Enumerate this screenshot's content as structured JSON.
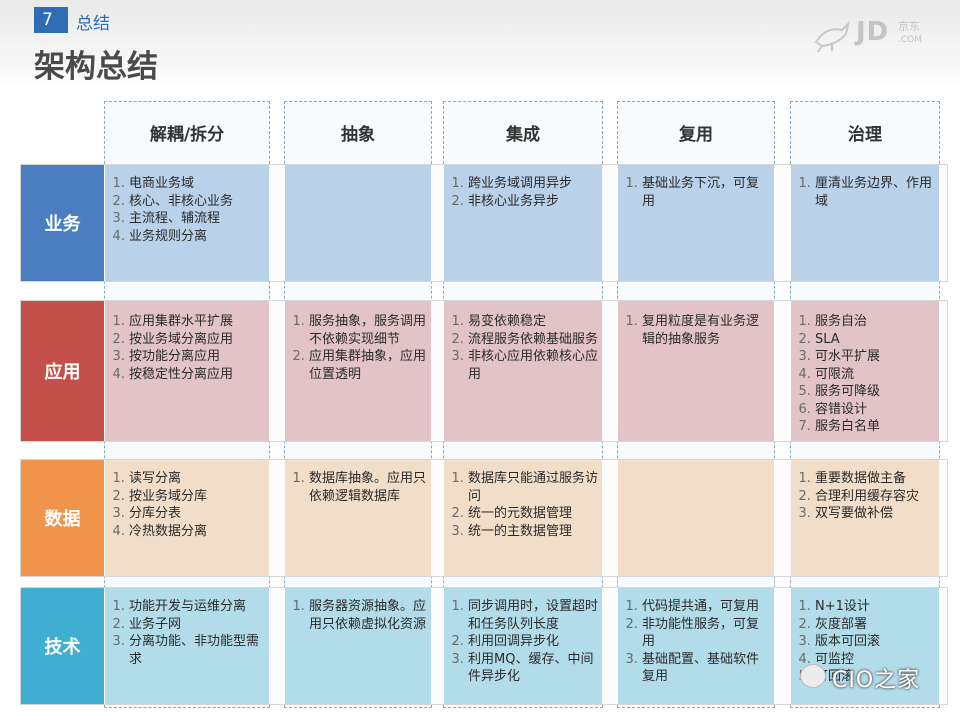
{
  "header": {
    "section_number": "7",
    "section_label": "总结",
    "title": "架构总结",
    "logo": {
      "brand": "JD",
      "cn": "京东",
      "domain": ".COM"
    }
  },
  "columns": [
    "解耦/拆分",
    "抽象",
    "集成",
    "复用",
    "治理"
  ],
  "rows": [
    {
      "label": "业务",
      "color": "#4a7ec0",
      "tint": "#b9d2ea",
      "cells": [
        [
          "电商业务域",
          "核心、非核心业务",
          "主流程、辅流程",
          "业务规则分离"
        ],
        [],
        [
          "跨业务域调用异步",
          "非核心业务异步"
        ],
        [
          "基础业务下沉，可复用"
        ],
        [
          "厘清业务边界、作用域"
        ]
      ]
    },
    {
      "label": "应用",
      "color": "#c3504b",
      "tint": "#e2c4c8",
      "cells": [
        [
          "应用集群水平扩展",
          "按业务域分离应用",
          "按功能分离应用",
          "按稳定性分离应用"
        ],
        [
          "服务抽象，服务调用不依赖实现细节",
          "应用集群抽象，应用位置透明"
        ],
        [
          "易变依赖稳定",
          "流程服务依赖基础服务",
          "非核心应用依赖核心应用"
        ],
        [
          "复用粒度是有业务逻辑的抽象服务"
        ],
        [
          "服务自治",
          "SLA",
          "可水平扩展",
          "可限流",
          "服务可降级",
          "容错设计",
          "服务白名单"
        ]
      ]
    },
    {
      "label": "数据",
      "color": "#f0944c",
      "tint": "#f1ddc8",
      "cells": [
        [
          "读写分离",
          "按业务域分库",
          "分库分表",
          "冷热数据分离"
        ],
        [
          "数据库抽象。应用只依赖逻辑数据库"
        ],
        [
          "数据库只能通过服务访问",
          "统一的元数据管理",
          "统一的主数据管理"
        ],
        [],
        [
          "重要数据做主备",
          "合理利用缓存容灾",
          "双写要做补偿"
        ]
      ]
    },
    {
      "label": "技术",
      "color": "#3faed1",
      "tint": "#b3dcea",
      "cells": [
        [
          "功能开发与运维分离",
          "业务子网",
          "分离功能、非功能型需求"
        ],
        [
          "服务器资源抽象。应用只依赖虚拟化资源"
        ],
        [
          "同步调用时，设置超时和任务队列长度",
          "利用回调异步化",
          "利用MQ、缓存、中间件异步化"
        ],
        [
          "代码提共通，可复用",
          "非功能性服务，可复用",
          "基础配置、基础软件复用"
        ],
        [
          "N+1设计",
          "灰度部署",
          "版本可回滚",
          "可监控",
          "可回滚"
        ]
      ]
    }
  ],
  "watermark": "CIO之家"
}
